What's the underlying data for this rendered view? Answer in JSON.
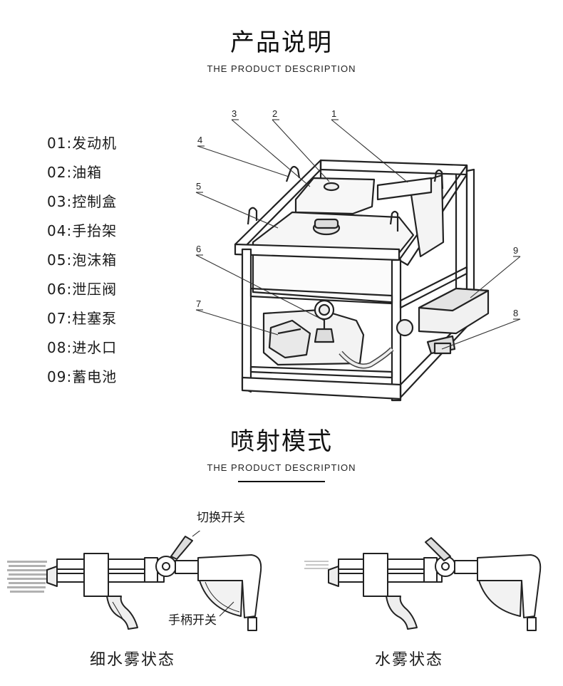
{
  "section1": {
    "title": "产品说明",
    "subtitle": "THE PRODUCT DESCRIPTION",
    "parts": [
      {
        "label": "01:发动机"
      },
      {
        "label": "02:油箱"
      },
      {
        "label": "03:控制盒"
      },
      {
        "label": "04:手抬架"
      },
      {
        "label": "05:泡沫箱"
      },
      {
        "label": "06:泄压阀"
      },
      {
        "label": "07:柱塞泵"
      },
      {
        "label": "08:进水口"
      },
      {
        "label": "09:蓄电池"
      }
    ],
    "diagram_numbers": [
      "1",
      "2",
      "3",
      "4",
      "5",
      "6",
      "7",
      "8",
      "9"
    ]
  },
  "section2": {
    "title": "喷射模式",
    "subtitle": "THE PRODUCT DESCRIPTION",
    "callouts": {
      "switch": "切换开关",
      "handle": "手柄开关"
    },
    "modes": [
      {
        "caption": "细水雾状态"
      },
      {
        "caption": "水雾状态"
      }
    ]
  }
}
